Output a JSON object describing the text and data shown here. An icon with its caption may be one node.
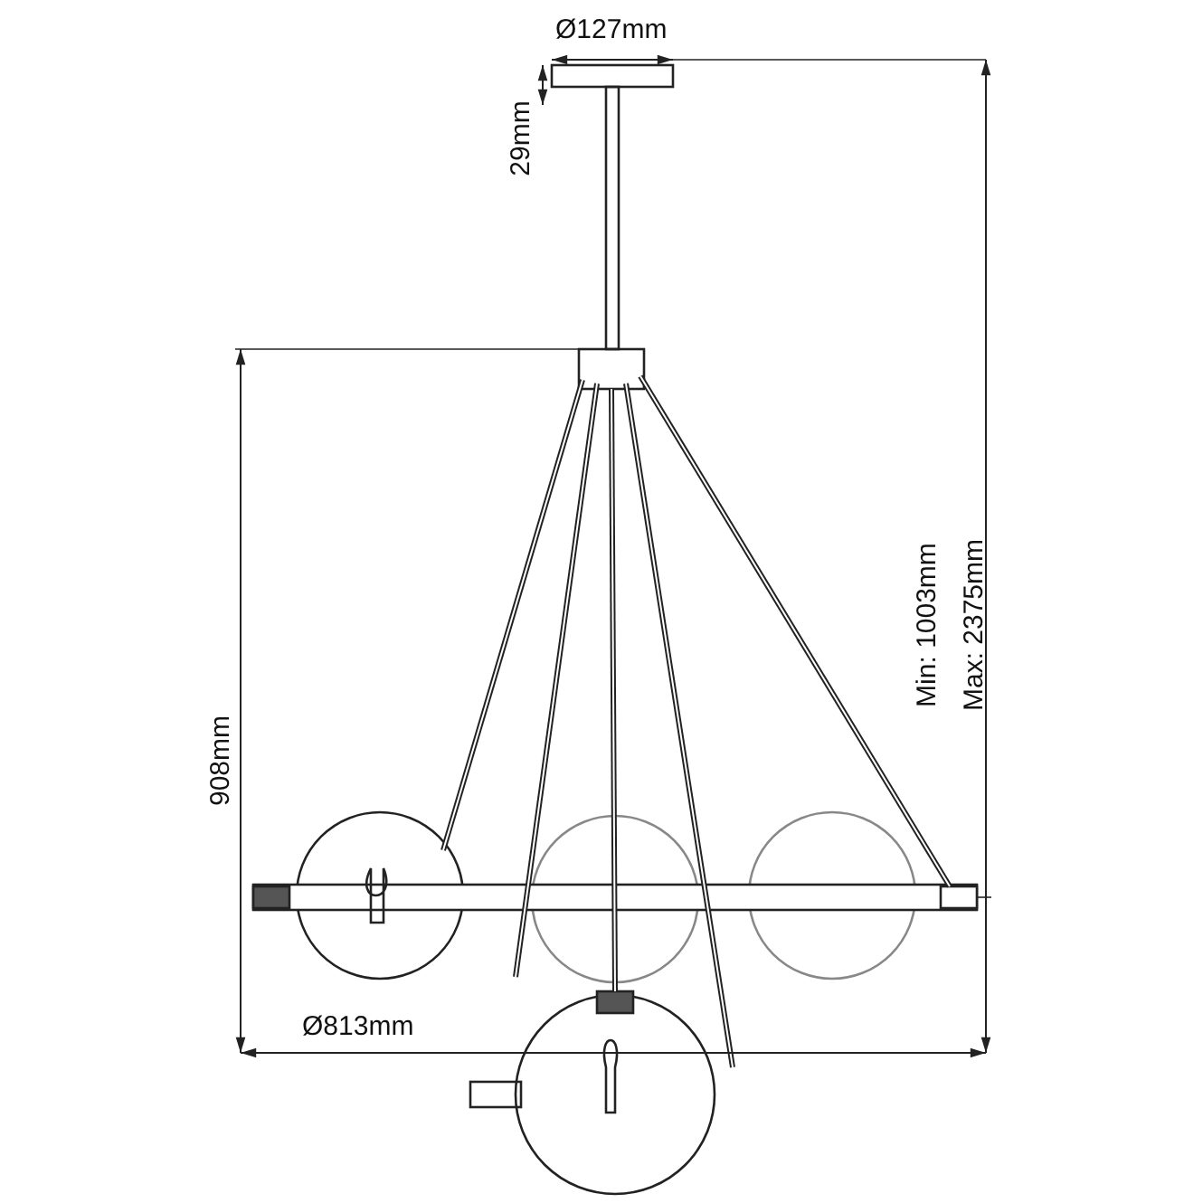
{
  "diagram": {
    "labels": [
      "Ø127mm",
      "29mm",
      "908mm",
      "Min: 1003mm",
      "Max: 2375mm",
      "Ø813mm"
    ]
  }
}
